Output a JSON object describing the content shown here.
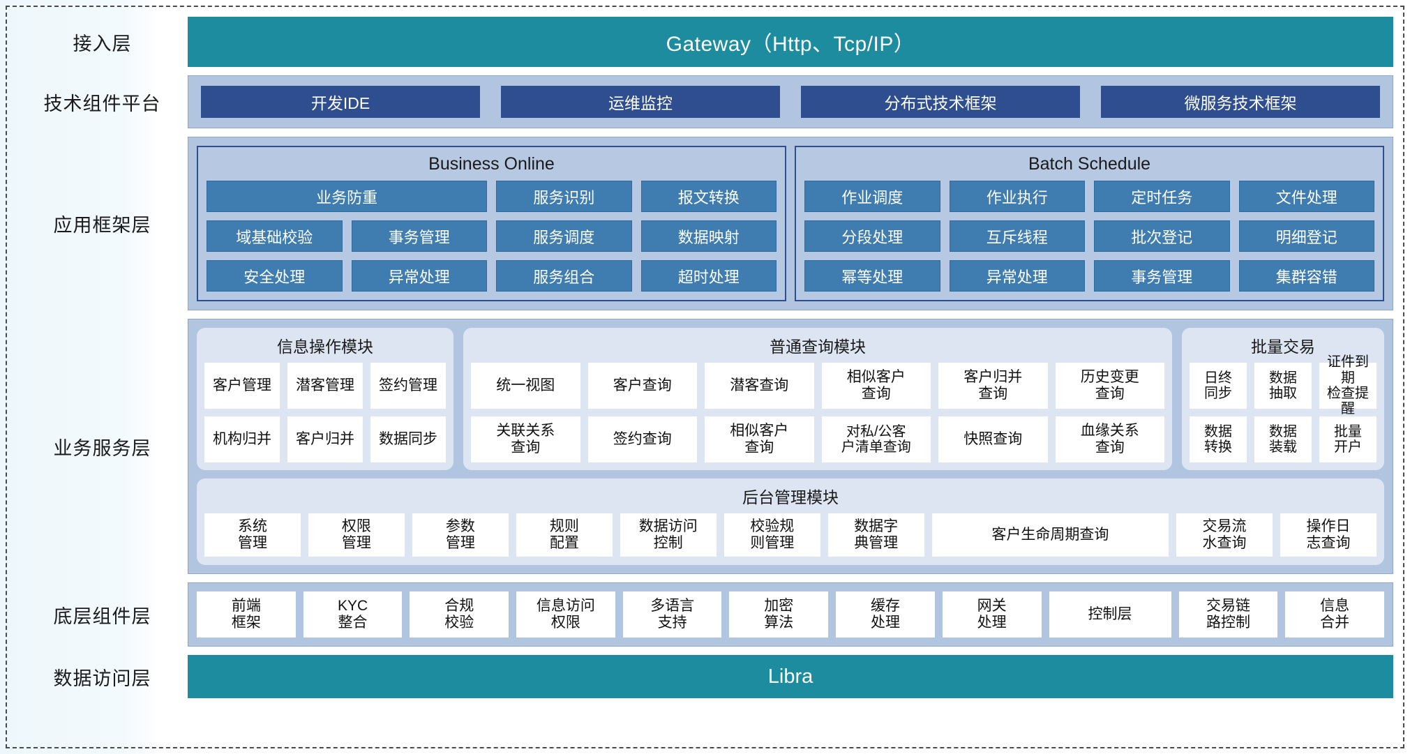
{
  "layers": {
    "access": {
      "label": "接入层",
      "gateway": "Gateway（Http、Tcp/IP）"
    },
    "tech_platform": {
      "label": "技术组件平台",
      "items": [
        "开发IDE",
        "运维监控",
        "分布式技术框架",
        "微服务技术框架"
      ]
    },
    "app_framework": {
      "label": "应用框架层",
      "groups": [
        {
          "title": "Business Online",
          "rows": [
            [
              "业务防重",
              "服务识别",
              "报文转换"
            ],
            [
              "域基础校验",
              "事务管理",
              "服务调度",
              "数据映射"
            ],
            [
              "安全处理",
              "异常处理",
              "服务组合",
              "超时处理"
            ]
          ]
        },
        {
          "title": "Batch Schedule",
          "rows": [
            [
              "作业调度",
              "作业执行",
              "定时任务",
              "文件处理"
            ],
            [
              "分段处理",
              "互斥线程",
              "批次登记",
              "明细登记"
            ],
            [
              "幂等处理",
              "异常处理",
              "事务管理",
              "集群容错"
            ]
          ]
        }
      ]
    },
    "business_service": {
      "label": "业务服务层",
      "groups": [
        {
          "title": "信息操作模块",
          "rows": [
            [
              "客户管理",
              "潜客管理",
              "签约管理"
            ],
            [
              "机构归并",
              "客户归并",
              "数据同步"
            ]
          ]
        },
        {
          "title": "普通查询模块",
          "rows": [
            [
              "统一视图",
              "客户查询",
              "潜客查询",
              "相似客户\n查询",
              "客户归并\n查询",
              "历史变更\n查询"
            ],
            [
              "关联关系\n查询",
              "签约查询",
              "相似客户\n查询",
              "对私/公客\n户清单查询",
              "快照查询",
              "血缘关系\n查询"
            ]
          ]
        },
        {
          "title": "批量交易",
          "rows": [
            [
              "日终\n同步",
              "数据\n抽取",
              "证件到期\n检查提醒"
            ],
            [
              "数据\n转换",
              "数据\n装载",
              "批量\n开户"
            ]
          ]
        }
      ],
      "admin_group": {
        "title": "后台管理模块",
        "items": [
          "系统\n管理",
          "权限\n管理",
          "参数\n管理",
          "规则\n配置",
          "数据访问\n控制",
          "校验规\n则管理",
          "数据字\n典管理",
          "客户生命周期查询",
          "交易流\n水查询",
          "操作日\n志查询"
        ]
      }
    },
    "base_component": {
      "label": "底层组件层",
      "items": [
        "前端\n框架",
        "KYC\n整合",
        "合规\n校验",
        "信息访问\n权限",
        "多语言\n支持",
        "加密\n算法",
        "缓存\n处理",
        "网关\n处理",
        "控制层",
        "交易链\n路控制",
        "信息\n合并"
      ]
    },
    "data_access": {
      "label": "数据访问层",
      "title": "Libra"
    }
  },
  "colors": {
    "teal": "#1c8c9e",
    "dark_blue": "#2e4e8f",
    "mid_blue": "#3f7cb0",
    "band_blue": "#b2c5e0",
    "group_light": "#dde5f2",
    "white": "#ffffff"
  }
}
